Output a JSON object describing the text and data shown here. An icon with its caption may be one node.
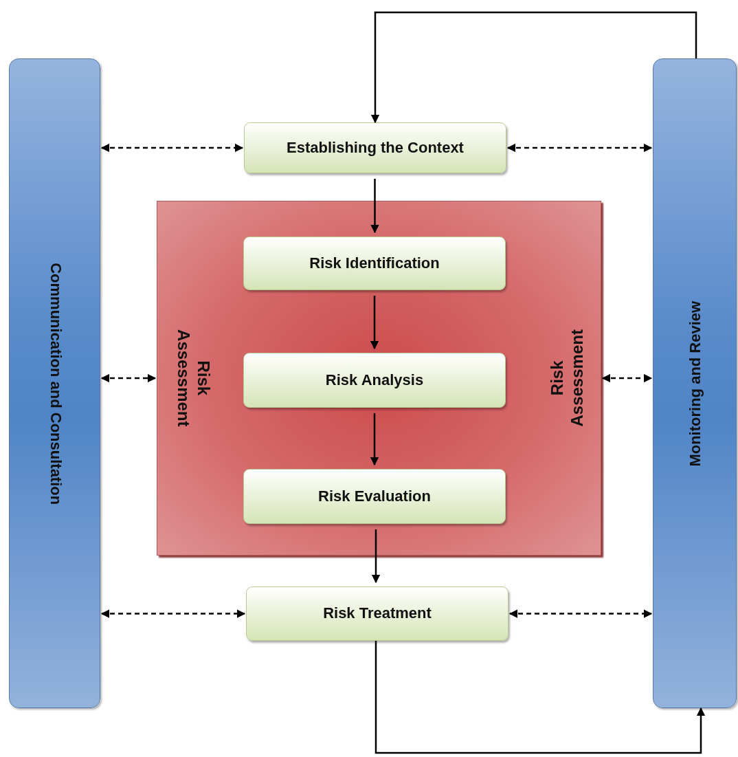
{
  "diagram": {
    "nodes": [
      {
        "text": [
          "Communication and Consultation"
        ]
      },
      {
        "text": [
          "Establishing the Context"
        ]
      },
      {
        "text": [
          "Risk Assessment",
          "Risk Assessment"
        ]
      },
      {
        "text": [
          "Risk Identification"
        ],
        "in": 2
      },
      {
        "text": [
          "Risk Analysis"
        ],
        "in": 2
      },
      {
        "text": [
          "Risk Evaluation"
        ],
        "in": 2
      },
      {
        "text": [
          "Risk Treatment"
        ]
      },
      {
        "text": [
          "Monitoring and Review"
        ]
      }
    ],
    "edges": [
      {
        "from": 7,
        "to": 1,
        "arrow": "to"
      },
      {
        "from": 0,
        "to": 1,
        "arrow": "both",
        "style": "dashed"
      },
      {
        "from": 1,
        "to": 7,
        "arrow": "both",
        "style": "dashed"
      },
      {
        "from": 1,
        "to": 3,
        "arrow": "to"
      },
      {
        "from": 3,
        "to": 4,
        "arrow": "to"
      },
      {
        "from": 4,
        "to": 5,
        "arrow": "to"
      },
      {
        "from": 0,
        "to": 2,
        "arrow": "both",
        "style": "dashed"
      },
      {
        "from": 2,
        "to": 7,
        "arrow": "both",
        "style": "dashed"
      },
      {
        "from": 5,
        "to": 6,
        "arrow": "to"
      },
      {
        "from": 0,
        "to": 6,
        "arrow": "both",
        "style": "dashed"
      },
      {
        "from": 6,
        "to": 7,
        "arrow": "both",
        "style": "dashed"
      },
      {
        "from": 6,
        "to": 7,
        "arrow": "to"
      }
    ]
  }
}
